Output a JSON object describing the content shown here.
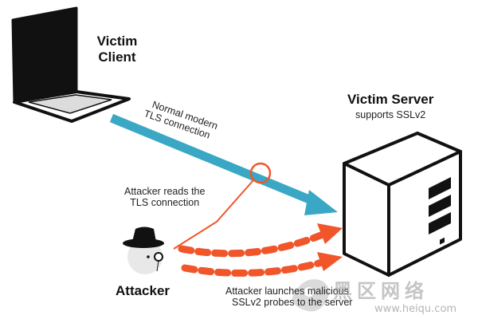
{
  "victim_client": {
    "line1": "Victim",
    "line2": "Client"
  },
  "victim_server": {
    "title": "Victim Server",
    "subtitle": "supports SSLv2"
  },
  "tls_connection": {
    "line1": "Normal modern",
    "line2": "TLS connection"
  },
  "attacker_reads": {
    "line1": "Attacker reads the",
    "line2": "TLS connection"
  },
  "attacker": {
    "title": "Attacker"
  },
  "attacker_probes": {
    "line1": "Attacker launches malicious",
    "line2": "SSLv2 probes to the server"
  },
  "watermark": {
    "text": "黑区网络",
    "url": "www.heiqu.com"
  },
  "colors": {
    "tls_arrow": "#3aa7c5",
    "attack_arrow": "#f0562a",
    "outline": "#111111"
  },
  "icons": [
    "laptop-icon",
    "server-icon",
    "spy-icon",
    "magnifier-circle-icon"
  ]
}
